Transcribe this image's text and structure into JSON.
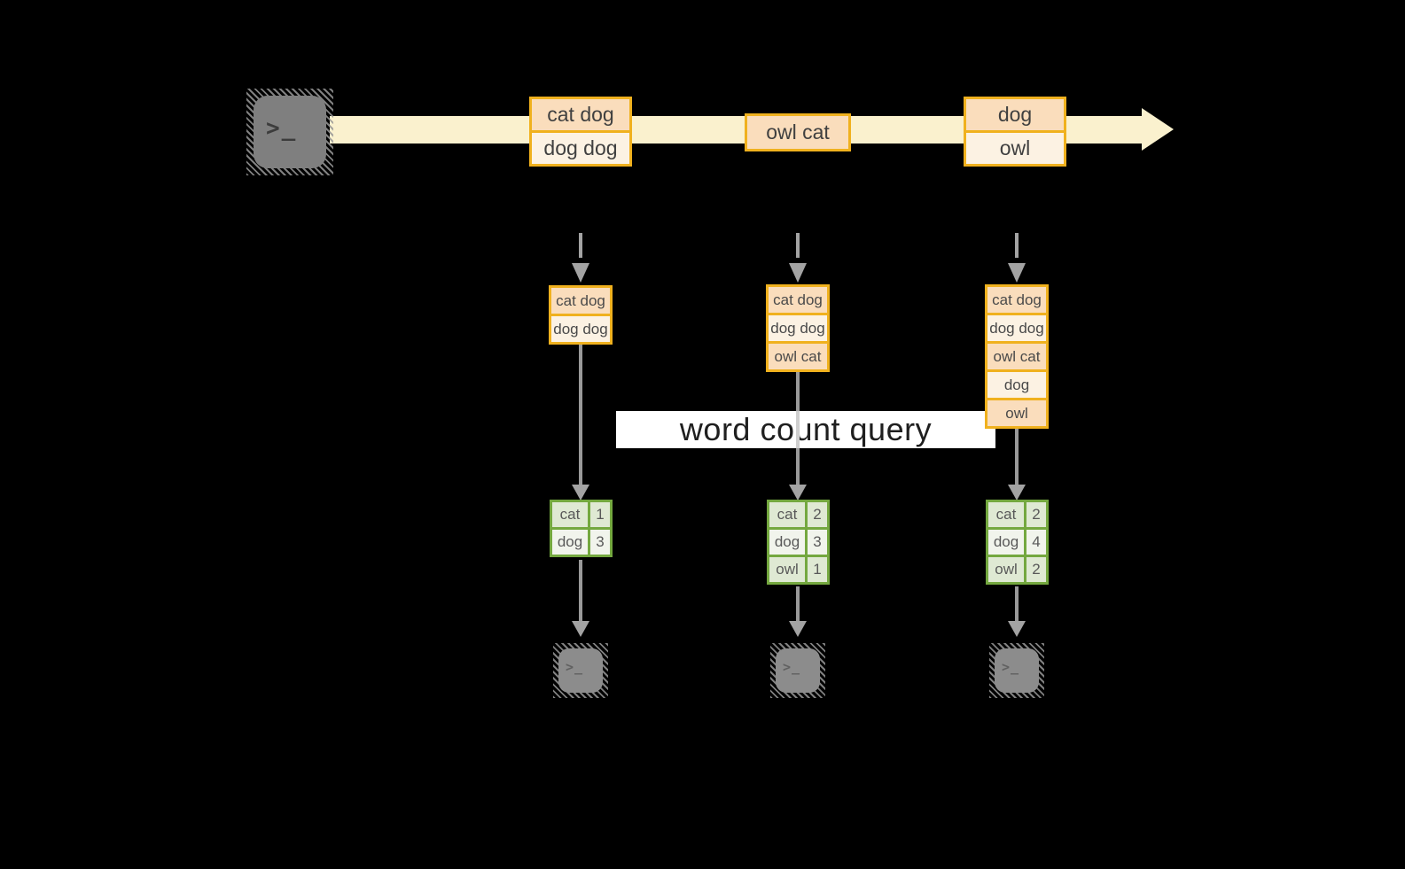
{
  "label": {
    "word_count_query": "word count query"
  },
  "terminal_glyph": ">_",
  "stream": {
    "events": [
      {
        "cells": [
          "cat dog",
          "dog dog"
        ]
      },
      {
        "cells": [
          "owl cat"
        ]
      },
      {
        "cells": [
          "dog",
          "owl"
        ]
      }
    ]
  },
  "columns": [
    {
      "batch": [
        "cat dog",
        "dog dog"
      ],
      "counts": [
        {
          "word": "cat",
          "count": "1"
        },
        {
          "word": "dog",
          "count": "3"
        }
      ]
    },
    {
      "batch": [
        "cat dog",
        "dog dog",
        "owl cat"
      ],
      "counts": [
        {
          "word": "cat",
          "count": "2"
        },
        {
          "word": "dog",
          "count": "3"
        },
        {
          "word": "owl",
          "count": "1"
        }
      ]
    },
    {
      "batch": [
        "cat dog",
        "dog dog",
        "owl cat",
        "dog",
        "owl"
      ],
      "counts": [
        {
          "word": "cat",
          "count": "2"
        },
        {
          "word": "dog",
          "count": "4"
        },
        {
          "word": "owl",
          "count": "2"
        }
      ]
    }
  ],
  "colors": {
    "background": "#000000",
    "stream_band": "#FAF1CE",
    "box_border_gold": "#F0B11E",
    "cell_peach": "#FADDBC",
    "cell_cream": "#FCF2E3",
    "table_border_green": "#74A83F",
    "cell_sage": "#DFE9D3",
    "cell_pale_green": "#F1F4EC",
    "arrow_gray": "#999999",
    "label_background": "#FFFFFF",
    "terminal_gray": "#8C8C8C"
  }
}
